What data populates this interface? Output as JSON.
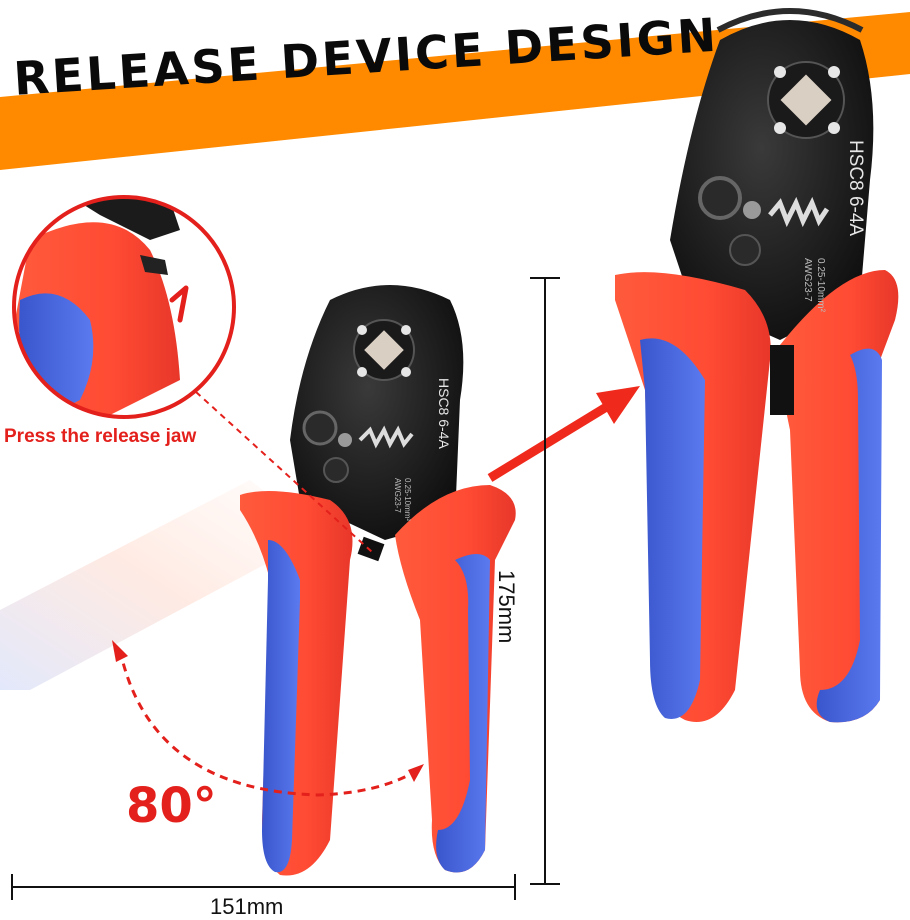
{
  "banner": {
    "title": "RELEASE DEVICE DESIGN",
    "color": "#ff8a00"
  },
  "callout": {
    "caption": "Press the release jaw",
    "arrow_glyph": "1"
  },
  "rotation": {
    "angle_label": "80°"
  },
  "dimensions": {
    "width_label": "151mm",
    "height_label": "175mm"
  },
  "tool": {
    "model_label": "HSC8 6-4A",
    "range_label": "0.25-10mm²",
    "awg_label": "AWG23-7"
  },
  "colors": {
    "handle_red": "#ff4b33",
    "handle_blue": "#4d6ce0",
    "accent_red": "#e3201b",
    "steel_black": "#141414"
  }
}
